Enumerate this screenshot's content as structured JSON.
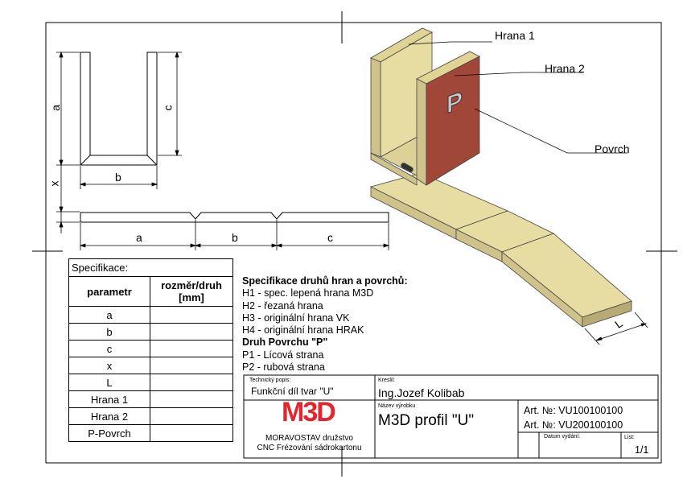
{
  "dimension_labels": {
    "front_a": "a",
    "front_c": "c",
    "front_b": "b",
    "side_x": "x",
    "flat_a": "a",
    "flat_b": "b",
    "flat_c": "c",
    "iso_L": "L"
  },
  "iso_labels": {
    "edge1": "Hrana 1",
    "edge2": "Hrana 2",
    "surface": "Povrch",
    "surface_mark": "P"
  },
  "spec_table": {
    "caption": "Specifikace:",
    "col_param": "parametr",
    "col_size_line1": "rozměr/druh",
    "col_size_line2": "[mm]",
    "rows": [
      "a",
      "b",
      "c",
      "x",
      "L",
      "Hrana 1",
      "Hrana 2",
      "P-Povrch"
    ]
  },
  "notes": {
    "title": "Specifikace druhů hran a povrchů:",
    "h1": "H1 - spec. lepená hrana M3D",
    "h2": "H2 - řezaná hrana",
    "h3": "H3 - originální hrana VK",
    "h4": "H4 - originální hrana HRAK",
    "surface_title": "Druh Povrchu \"P\"",
    "p1": "P1 - Lícová strana",
    "p2": "P2 - rubová strana"
  },
  "title_block": {
    "tech_desc_label": "Technický popis:",
    "tech_desc_value": "Funkční díl tvar \"U\"",
    "drawn_label": "Kreslil:",
    "drawn_value": "Ing.Jozef Kolibab",
    "product_label": "Název výrobku",
    "product_value": "M3D profil \"U\"",
    "art1": "Art. №: VU100100100",
    "art2": "Art. №: VU200100100",
    "logo": "M3D",
    "company1": "MORAVOSTAV družstvo",
    "company2": "CNC Frézování sádrokartonu",
    "date_label": "Datum vydání:",
    "sheet_label": "List:",
    "sheet_value": "1/1"
  },
  "colors": {
    "face": "#e7dda3",
    "face_dark": "#cfc28a",
    "surface_red": "#a0473a",
    "surface_red_dark": "#7a3228",
    "logo_red": "#e1262d"
  }
}
